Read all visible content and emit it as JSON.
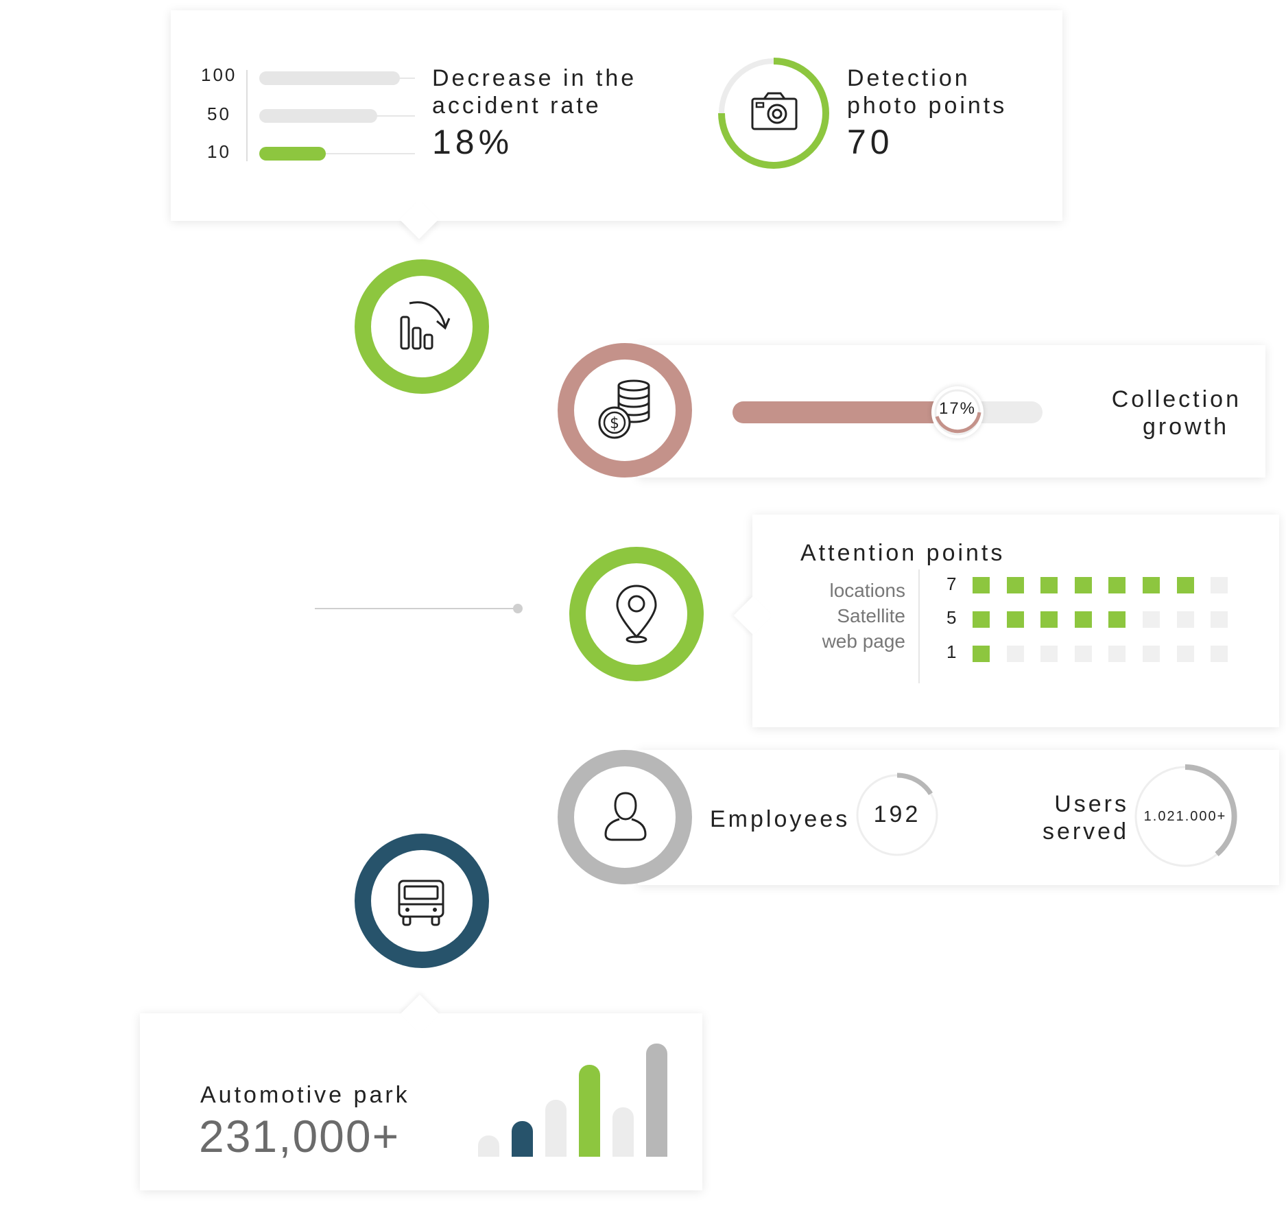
{
  "colors": {
    "green": "#8dc63f",
    "rose": "#c4928a",
    "gray": "#b7b7b7",
    "navy": "#27536b",
    "light": "#ececec"
  },
  "accident": {
    "ticks": [
      "100",
      "50",
      "10"
    ],
    "title_line1": "Decrease in the",
    "title_line2": "accident rate",
    "value": "18%"
  },
  "detection": {
    "title_line1": "Detection",
    "title_line2": "photo points",
    "value": "70",
    "icon": "camera-icon"
  },
  "collection": {
    "percent_label": "17%",
    "title_line1": "Collection",
    "title_line2": "growth",
    "icon": "coins-icon"
  },
  "attention": {
    "title": "Attention points",
    "rows": [
      {
        "label": "locations",
        "value": "7"
      },
      {
        "label": "Satellite",
        "value": "5"
      },
      {
        "label": "web page",
        "value": "1"
      }
    ],
    "icon": "location-pin-icon"
  },
  "employees": {
    "label": "Employees",
    "value": "192",
    "icon": "user-icon"
  },
  "users": {
    "label_line1": "Users",
    "label_line2": "served",
    "value": "1.021.000+"
  },
  "automotive": {
    "title": "Automotive park",
    "value": "231,000+",
    "icon": "truck-icon",
    "bar_values": [
      3,
      5,
      8,
      13,
      7,
      16
    ]
  },
  "trend_icon": "chart-down-icon"
}
